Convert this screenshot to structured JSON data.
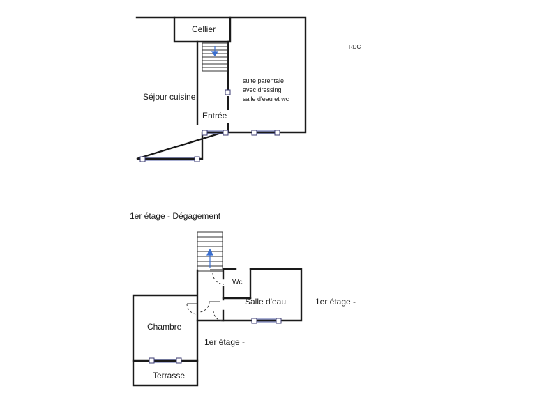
{
  "ground_floor": {
    "level_tag": "RDC",
    "rooms": {
      "cellier": "Cellier",
      "sejour": "Séjour cuisine",
      "entree": "Entrée",
      "suite_line1": "suite parentale",
      "suite_line2": "avec dressing",
      "suite_line3": "salle d'eau et wc"
    }
  },
  "first_floor": {
    "title": "1er étage - Dégagement",
    "rooms": {
      "wc": "Wc",
      "salle_eau": "Salle d'eau",
      "chambre": "Chambre",
      "terrasse": "Terrasse"
    },
    "side_label_right": "1er étage -",
    "side_label_bottom": "1er étage -"
  }
}
